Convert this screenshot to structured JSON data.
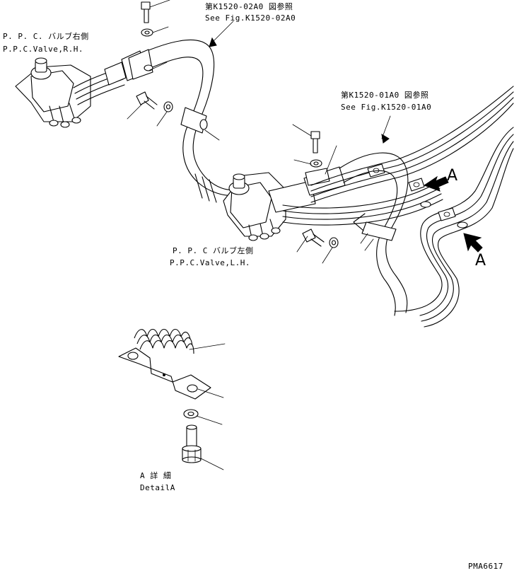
{
  "labels": {
    "valve_rh_jp": "P. P. C. バルブ右側",
    "valve_rh_en": "P.P.C.Valve,R.H.",
    "valve_lh_jp": "P. P. C  バルブ左側",
    "valve_lh_en": "P.P.C.Valve,L.H.",
    "ref_02_jp": "第K1520-02A0 図参照",
    "ref_02_en": "See Fig.K1520-02A0",
    "ref_01_jp": "第K1520-01A0 図参照",
    "ref_01_en": "See Fig.K1520-01A0",
    "view_a_1": "A",
    "view_a_2": "A",
    "detail_jp": "A  詳  細",
    "detail_en": "DetailA",
    "drawing_no": "PMA6617"
  }
}
